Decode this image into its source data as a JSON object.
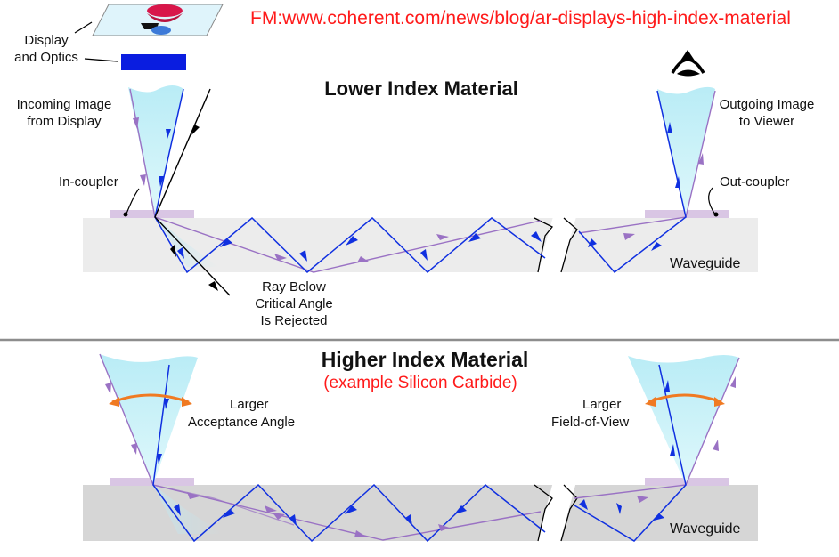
{
  "source_credit": "FM:www.coherent.com/news/blog/ar-displays-high-index-material",
  "top": {
    "title": "Lower Index Material",
    "display_label": [
      "Display",
      "and Optics"
    ],
    "incoming_label": [
      "Incoming Image",
      "from Display"
    ],
    "outgoing_label": [
      "Outgoing Image",
      "to Viewer"
    ],
    "incoupler_label": "In-coupler",
    "outcoupler_label": "Out-coupler",
    "rejected_label": [
      "Ray Below",
      "Critical Angle",
      "Is Rejected"
    ],
    "waveguide_label": "Waveguide"
  },
  "bottom": {
    "title": "Higher Index Material",
    "subtitle": "(example Silicon Carbide)",
    "acceptance_label": [
      "Larger",
      "Acceptance Angle"
    ],
    "fov_label": [
      "Larger",
      "Field-of-View"
    ],
    "waveguide_label": "Waveguide"
  },
  "colors": {
    "blue_ray": "#1030e0",
    "purple_ray": "#9a72c4",
    "black_ray": "#000000",
    "cone_fill": "#c8f0f7",
    "waveguide_top": "#ececec",
    "waveguide_bottom": "#d6d6d6",
    "coupler": "#d9c6e4",
    "arc": "#f07a22",
    "credit": "#ff1a1a",
    "display_blue": "#0a1de0"
  },
  "icons": [
    "eye-icon",
    "display-projector-icon"
  ]
}
